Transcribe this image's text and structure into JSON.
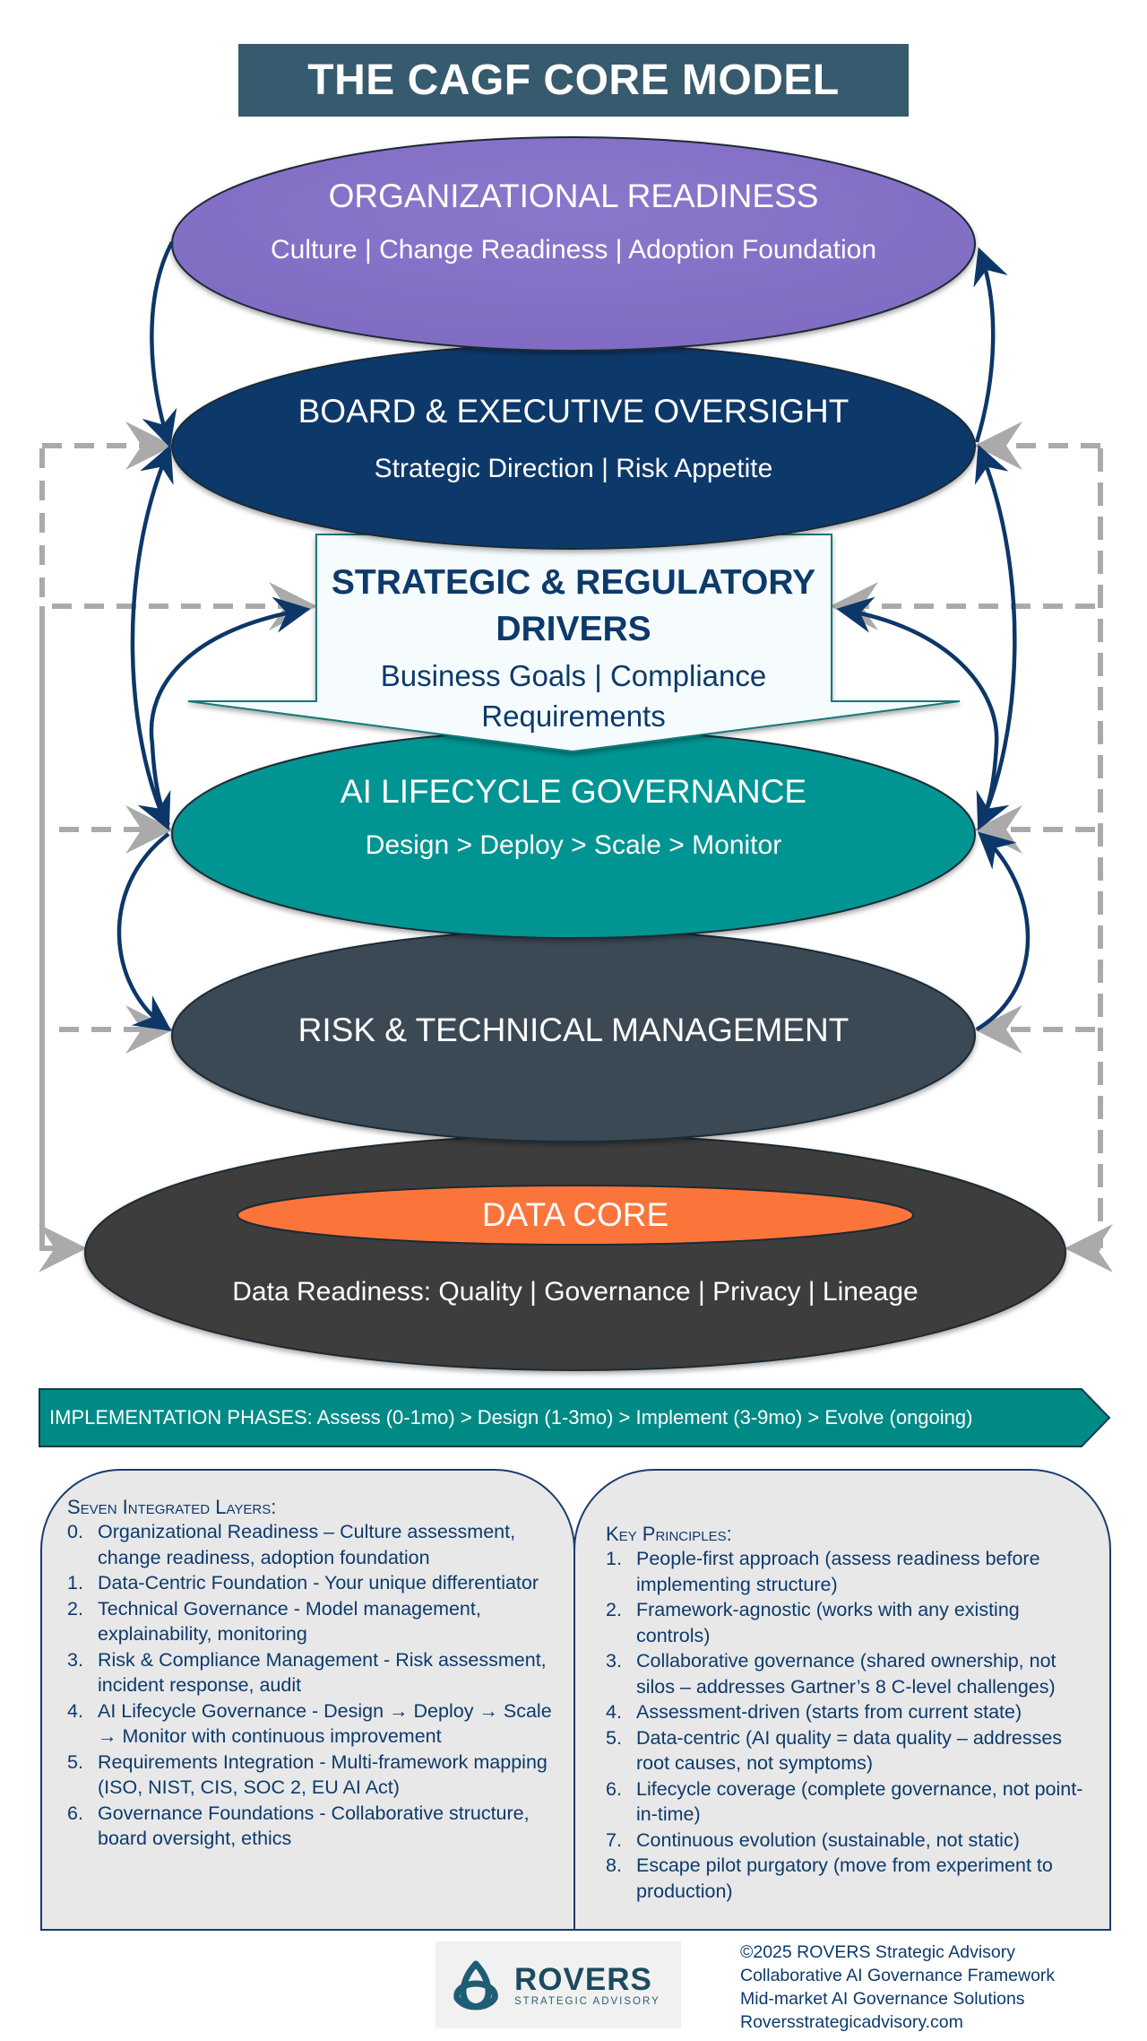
{
  "title": "THE CAGF CORE MODEL",
  "colors": {
    "title_bg": "#365a6e",
    "organizational_readiness": "#8471c6",
    "board_oversight": "#0b386a",
    "strategic_drivers_fill": "#f6fcfd",
    "strategic_drivers_text": "#0d3a6b",
    "ai_lifecycle": "#069593",
    "risk_technical": "#3b4a55",
    "data_core_outer": "#3e3e3e",
    "data_core_inner": "#fb743b",
    "arrow_navy": "#0c3768",
    "dashed_gray": "#aaaaaa",
    "implementation_bar": "#008a86",
    "panel_bg": "#e8e8e9"
  },
  "layers": {
    "organizational_readiness": {
      "title": "ORGANIZATIONAL READINESS",
      "subtitle": "Culture | Change Readiness | Adoption Foundation"
    },
    "board_oversight": {
      "title": "BOARD & EXECUTIVE OVERSIGHT",
      "subtitle": "Strategic Direction | Risk Appetite"
    },
    "strategic_drivers": {
      "title_line1": "STRATEGIC & REGULATORY",
      "title_line2": "DRIVERS",
      "subtitle_line1": "Business Goals | Compliance",
      "subtitle_line2": "Requirements"
    },
    "ai_lifecycle": {
      "title": "AI LIFECYCLE GOVERNANCE",
      "subtitle": "Design > Deploy > Scale > Monitor"
    },
    "risk_technical": {
      "title": "RISK & TECHNICAL MANAGEMENT"
    },
    "data_core": {
      "title": "DATA CORE",
      "subtitle": "Data Readiness: Quality | Governance | Privacy | Lineage"
    }
  },
  "implementation_phases": "IMPLEMENTATION PHASES: Assess (0-1mo) > Design (1-3mo) > Implement (3-9mo)  > Evolve (ongoing)",
  "seven_layers": {
    "heading": "Seven Integrated Layers:",
    "items": [
      {
        "num": "0.",
        "text": "Organizational Readiness – Culture assessment, change readiness, adoption foundation"
      },
      {
        "num": "1.",
        "text": "Data-Centric Foundation - Your unique differentiator"
      },
      {
        "num": "2.",
        "text": "Technical Governance - Model management, explainability, monitoring"
      },
      {
        "num": "3.",
        "text": "Risk & Compliance Management - Risk assessment, incident response, audit"
      },
      {
        "num": "4.",
        "text": "AI Lifecycle Governance - Design → Deploy → Scale → Monitor with continuous improvement"
      },
      {
        "num": "5.",
        "text": "Requirements Integration - Multi-framework mapping (ISO, NIST, CIS, SOC 2, EU AI Act)"
      },
      {
        "num": "6.",
        "text": "Governance Foundations - Collaborative structure, board oversight, ethics"
      }
    ]
  },
  "key_principles": {
    "heading": "Key Principles:",
    "items": [
      {
        "num": "1.",
        "text": "People-first approach (assess readiness before implementing structure)"
      },
      {
        "num": "2.",
        "text": "Framework-agnostic (works with any existing controls)"
      },
      {
        "num": "3.",
        "text": "Collaborative governance (shared ownership, not silos – addresses Gartner’s 8 C-level challenges)"
      },
      {
        "num": "4.",
        "text": "Assessment-driven (starts from current state)"
      },
      {
        "num": "5.",
        "text": "Data-centric (AI quality = data quality – addresses root causes, not symptoms)"
      },
      {
        "num": "6.",
        "text": "Lifecycle coverage (complete governance, not point-in-time)"
      },
      {
        "num": "7.",
        "text": "Continuous evolution (sustainable, not static)"
      },
      {
        "num": "8.",
        "text": "Escape pilot purgatory (move from experiment to production)"
      }
    ]
  },
  "logo": {
    "icon": "trefoil-knot-icon",
    "name": "ROVERS",
    "tagline": "STRATEGIC ADVISORY"
  },
  "footer": {
    "lines": [
      "©2025 ROVERS Strategic Advisory",
      "Collaborative AI Governance Framework",
      "Mid-market AI Governance Solutions",
      "Roversstrategicadvisory.com"
    ]
  }
}
